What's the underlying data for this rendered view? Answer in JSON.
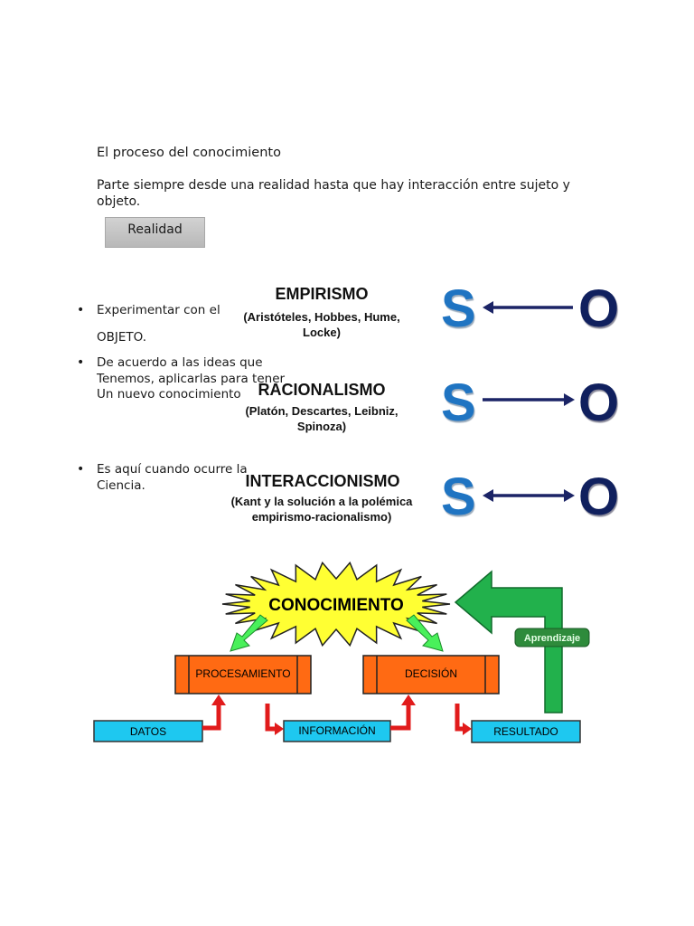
{
  "heading": "El proceso del conocimiento",
  "intro": "Parte siempre desde una realidad hasta que hay interacción entre sujeto y objeto.",
  "realidad_box": "Realidad",
  "bullets": {
    "b1_line1": "Experimentar con el",
    "b1_line2": "OBJETO.",
    "b2_line1": "De acuerdo a las ideas que",
    "b2_line2": "Tenemos, aplicarlas para tener",
    "b2_line3": "Un nuevo conocimiento",
    "b3_line1": "Es aquí cuando ocurre la",
    "b3_line2": "Ciencia."
  },
  "theories": [
    {
      "title": "EMPIRISMO",
      "sub1": "(Aristóteles, Hobbes, Hume,",
      "sub2": "Locke)",
      "s": "S",
      "o": "O",
      "arrow": "left"
    },
    {
      "title": "RACIONALISMO",
      "sub1": "(Platón, Descartes, Leibniz,",
      "sub2": "Spinoza)",
      "s": "S",
      "o": "O",
      "arrow": "right"
    },
    {
      "title": "INTERACCIONISMO",
      "sub1": "(Kant y la solución a la polémica",
      "sub2": "empirismo-racionalismo)",
      "s": "S",
      "o": "O",
      "arrow": "both"
    }
  ],
  "flow": {
    "conocimiento": "CONOCIMIENTO",
    "procesamiento": "PROCESAMIENTO",
    "decision": "DECISIÓN",
    "datos": "DATOS",
    "informacion": "INFORMACIÓN",
    "resultado": "RESULTADO",
    "aprendizaje": "Aprendizaje"
  },
  "colors": {
    "s_blue": "#1f74c2",
    "o_navy": "#10205e",
    "arrow_navy": "#1b2466",
    "burst_yellow": "#ffff33",
    "process_orange": "#ff6a13",
    "input_cyan": "#1ec8f0",
    "red_arrow": "#e11b1b",
    "green_arrow": "#22b14c",
    "light_green": "#49f05a"
  }
}
